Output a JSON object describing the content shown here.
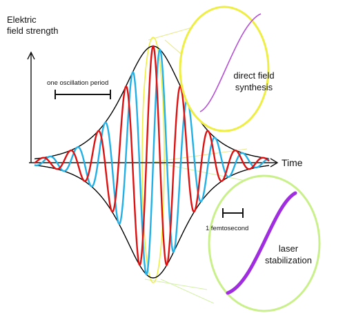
{
  "axes": {
    "y_label_line1": "Elektric",
    "y_label_line2": "field strength",
    "x_label": "Time"
  },
  "annotations": {
    "oscillation_period": "one oscillation period",
    "femtosecond": "1 femtosecond"
  },
  "zoom_top": {
    "label_line1": "direct field",
    "label_line2": "synthesis",
    "ring_color": "#eeee44",
    "curve_color": "#b64fd6"
  },
  "zoom_bottom": {
    "label_line1": "laser",
    "label_line2": "stabilization",
    "ring_color": "#c9f08a",
    "curve_color": "#a02de0"
  },
  "colors": {
    "envelope": "#000000",
    "red_wave": "#dd1111",
    "blue_wave": "#22b0e6",
    "highlight": "#eeee44"
  }
}
